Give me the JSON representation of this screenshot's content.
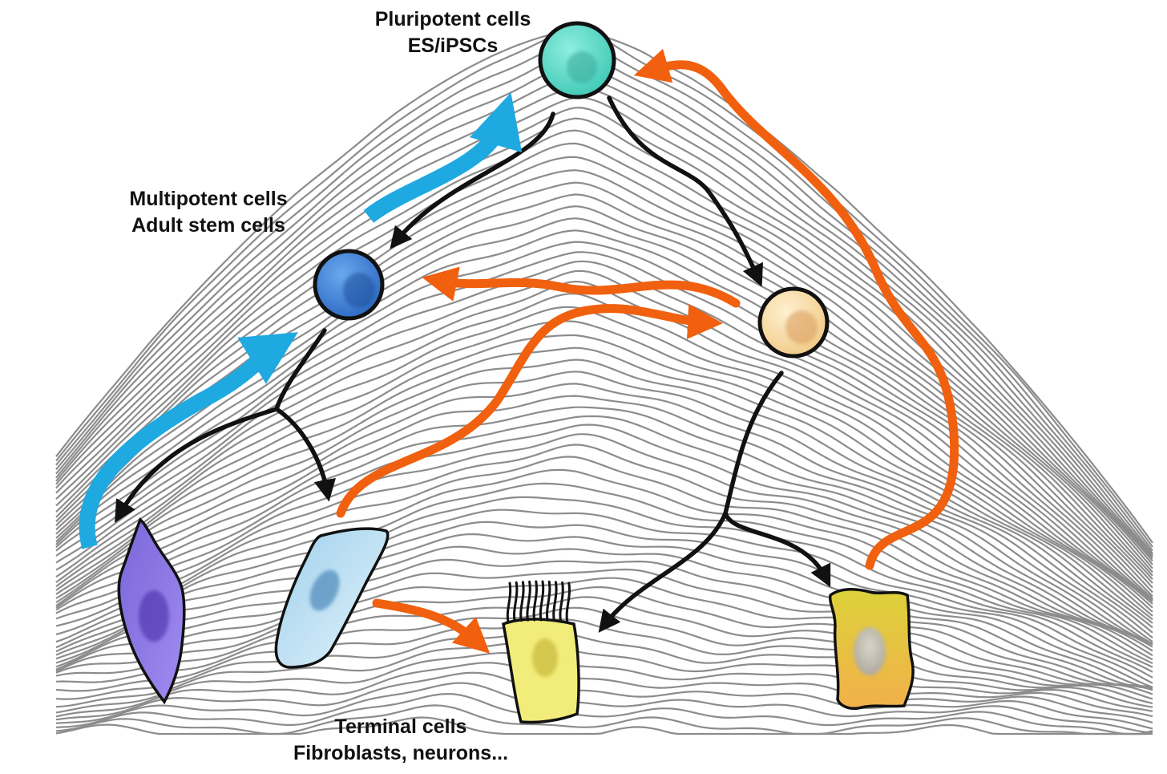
{
  "labels": {
    "pluripotent": {
      "line1": "Pluripotent cells",
      "line2": "ES/iPSCs"
    },
    "multipotent": {
      "line1": "Multipotent cells",
      "line2": "Adult stem cells"
    },
    "terminal": {
      "line1": "Terminal cells",
      "line2": "Fibroblasts, neurons..."
    }
  },
  "colors": {
    "contour": "#8c8c8c",
    "differentiation_arrow": "#111111",
    "dedifferentiation_arrow": "#1fa9e1",
    "transdifferentiation_arrow": "#f0600f",
    "pluripotent_cell": "#5ed8c8",
    "multipotent_cell": "#3f86d6",
    "progenitor_cell": "#f6d6a0",
    "fibroblast_purple": "#8a74e0",
    "fibroblast_blue": "#c4e4f2",
    "epithelial_cell": "#f2ec7a",
    "hepatocyte_cell": "#e3cf48"
  },
  "icons": [
    "pluripotent-cell-icon",
    "multipotent-cell-icon",
    "progenitor-cell-icon",
    "purple-fibroblast-icon",
    "blue-fibroblast-icon",
    "ciliated-cell-icon",
    "yellow-cell-icon"
  ]
}
